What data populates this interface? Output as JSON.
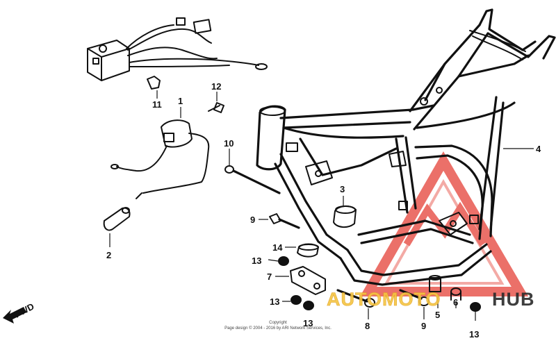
{
  "callouts": {
    "c1": "1",
    "c2": "2",
    "c3": "3",
    "c4": "4",
    "c5": "5",
    "c6": "6",
    "c7": "7",
    "c8": "8",
    "c9a": "9",
    "c9b": "9",
    "c10": "10",
    "c11": "11",
    "c12": "12",
    "c13a": "13",
    "c13b": "13",
    "c13c": "13",
    "c13d": "13",
    "c14": "14"
  },
  "fwd_label": "FWD",
  "copyright": {
    "line1": "Copyright",
    "line2": "Page design © 2004 - 2016 by ARI Network Services, Inc."
  },
  "watermark": {
    "text_part1": "AUTOMOTO",
    "text_part2": "HUB",
    "accent_color": "#e8584f",
    "gold_color": "#f5c542",
    "dark_color": "#2a2a2a"
  }
}
